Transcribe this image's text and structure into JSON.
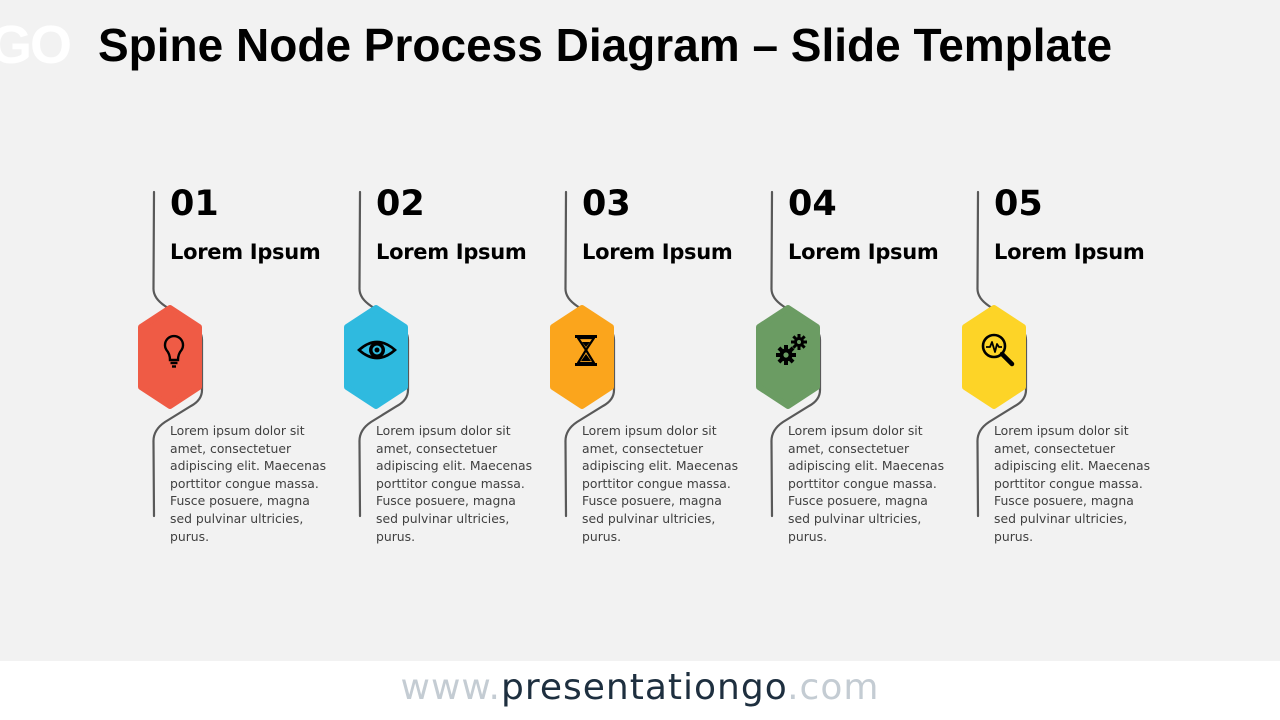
{
  "page": {
    "title": "Spine Node Process Diagram – Slide Template",
    "logo_fragment": "GO"
  },
  "steps": [
    {
      "number": "01",
      "heading": "Lorem Ipsum",
      "body": "Lorem ipsum dolor sit amet, consectetuer adipiscing elit. Maecenas porttitor congue massa. Fusce posuere, magna sed pulvinar ultricies, purus.",
      "color": "#ef5b45",
      "icon": "lightbulb-icon"
    },
    {
      "number": "02",
      "heading": "Lorem Ipsum",
      "body": "Lorem ipsum dolor sit amet, consectetuer adipiscing elit. Maecenas porttitor congue massa. Fusce posuere, magna sed pulvinar ultricies, purus.",
      "color": "#2fbadf",
      "icon": "eye-icon"
    },
    {
      "number": "03",
      "heading": "Lorem Ipsum",
      "body": "Lorem ipsum dolor sit amet, consectetuer adipiscing elit. Maecenas porttitor congue massa. Fusce posuere, magna sed pulvinar ultricies, purus.",
      "color": "#fba51c",
      "icon": "hourglass-icon"
    },
    {
      "number": "04",
      "heading": "Lorem Ipsum",
      "body": "Lorem ipsum dolor sit amet, consectetuer adipiscing elit. Maecenas porttitor congue massa. Fusce posuere, magna sed pulvinar ultricies, purus.",
      "color": "#6b9c63",
      "icon": "gears-icon"
    },
    {
      "number": "05",
      "heading": "Lorem Ipsum",
      "body": "Lorem ipsum dolor sit amet, consectetuer adipiscing elit. Maecenas porttitor congue massa. Fusce posuere, magna sed pulvinar ultricies, purus.",
      "color": "#fdd427",
      "icon": "analysis-magnifier-icon"
    }
  ],
  "footer": {
    "prefix": "www.",
    "brand": "presentationgo",
    "suffix": ".com"
  }
}
